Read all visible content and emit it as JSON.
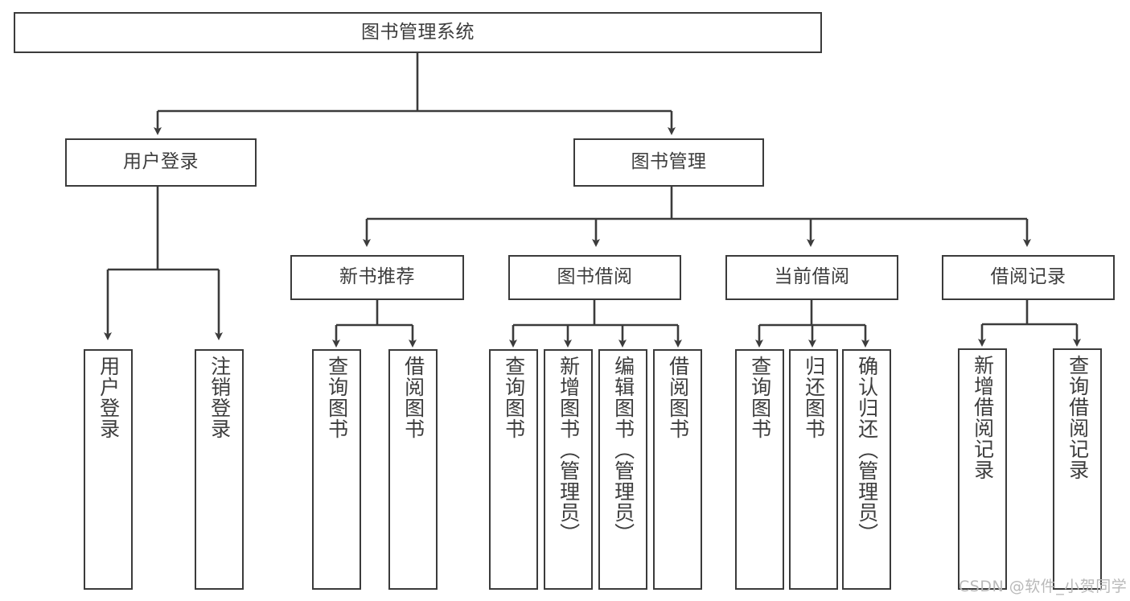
{
  "diagram": {
    "type": "tree-hierarchy",
    "title": "图书管理系统",
    "root": {
      "id": "root",
      "label": "图书管理系统",
      "orientation": "horizontal"
    },
    "level2": [
      {
        "id": "user-login",
        "label": "用户登录",
        "orientation": "horizontal"
      },
      {
        "id": "book-manage",
        "label": "图书管理",
        "orientation": "horizontal"
      }
    ],
    "level3": [
      {
        "id": "new-book-recommend",
        "label": "新书推荐",
        "orientation": "horizontal",
        "parent": "book-manage"
      },
      {
        "id": "book-borrow",
        "label": "图书借阅",
        "orientation": "horizontal",
        "parent": "book-manage"
      },
      {
        "id": "current-borrow",
        "label": "当前借阅",
        "orientation": "horizontal",
        "parent": "book-manage"
      },
      {
        "id": "borrow-record",
        "label": "借阅记录",
        "orientation": "horizontal",
        "parent": "book-manage"
      }
    ],
    "leaves": [
      {
        "id": "leaf-user-login",
        "label": "用户登录",
        "parent": "user-login"
      },
      {
        "id": "leaf-user-logout",
        "label": "注销登录",
        "parent": "user-login"
      },
      {
        "id": "leaf-query-book-1",
        "label": "查询图书",
        "parent": "new-book-recommend"
      },
      {
        "id": "leaf-borrow-book-1",
        "label": "借阅图书",
        "parent": "new-book-recommend"
      },
      {
        "id": "leaf-query-book-2",
        "label": "查询图书",
        "parent": "book-borrow"
      },
      {
        "id": "leaf-add-book",
        "label": "新增图书（管理员）",
        "parent": "book-borrow"
      },
      {
        "id": "leaf-edit-book",
        "label": "编辑图书（管理员）",
        "parent": "book-borrow"
      },
      {
        "id": "leaf-borrow-book-2",
        "label": "借阅图书",
        "parent": "book-borrow"
      },
      {
        "id": "leaf-query-book-3",
        "label": "查询图书",
        "parent": "current-borrow"
      },
      {
        "id": "leaf-return-book",
        "label": "归还图书",
        "parent": "current-borrow"
      },
      {
        "id": "leaf-confirm-return",
        "label": "确认归还（管理员）",
        "parent": "current-borrow"
      },
      {
        "id": "leaf-add-record",
        "label": "新增借阅记录",
        "parent": "borrow-record"
      },
      {
        "id": "leaf-query-record",
        "label": "查询借阅记录",
        "parent": "borrow-record"
      }
    ],
    "colors": {
      "stroke": "#3b3b3b",
      "fill": "#ffffff",
      "text": "#3d3d3d",
      "watermark": "#b9b9b9"
    }
  },
  "watermark": {
    "text": "CSDN @软件_小贺同学"
  }
}
